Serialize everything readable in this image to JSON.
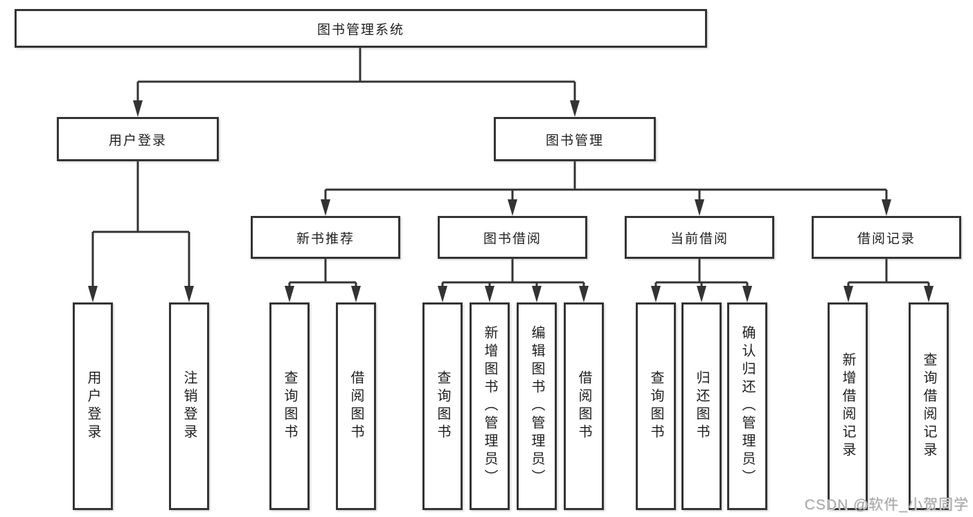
{
  "colors": {
    "line": "#333333",
    "border": "#343434",
    "text": "#1f1f1f",
    "box_fill": "#ffffff",
    "watermark": "#a8a8a8",
    "background": "#ffffff"
  },
  "watermark": {
    "text": "CSDN @软件_小贺同学"
  },
  "tree": {
    "label": "图书管理系统",
    "children": [
      {
        "label": "用户登录",
        "children": [
          {
            "label": "用户登录"
          },
          {
            "label": "注销登录"
          }
        ]
      },
      {
        "label": "图书管理",
        "children": [
          {
            "label": "新书推荐",
            "children": [
              {
                "label": "查询图书"
              },
              {
                "label": "借阅图书"
              }
            ]
          },
          {
            "label": "图书借阅",
            "children": [
              {
                "label": "查询图书"
              },
              {
                "label": "新增图书（管理员）"
              },
              {
                "label": "编辑图书（管理员）"
              },
              {
                "label": "借阅图书"
              }
            ]
          },
          {
            "label": "当前借阅",
            "children": [
              {
                "label": "查询图书"
              },
              {
                "label": "归还图书"
              },
              {
                "label": "确认归还（管理员）"
              }
            ]
          },
          {
            "label": "借阅记录",
            "children": [
              {
                "label": "新增借阅记录"
              },
              {
                "label": "查询借阅记录"
              }
            ]
          }
        ]
      }
    ]
  }
}
